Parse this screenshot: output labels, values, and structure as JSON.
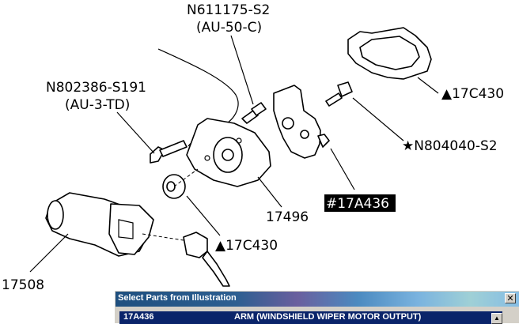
{
  "callouts": {
    "n611175": "N611175-S2",
    "n611175_sub": "(AU-50-C)",
    "n802386": "N802386-S191",
    "n802386_sub": "(AU-3-TD)",
    "p17c430_top": "▲17C430",
    "n804040": "★N804040-S2",
    "p17a436": "#17A436",
    "p17496": "17496",
    "p17c430_bottom": "▲17C430",
    "p17508": "17508"
  },
  "dialog": {
    "title": "Select Parts from Illustration",
    "close_glyph": "✕",
    "selected_row": {
      "code": "17A436",
      "description": "ARM  (WINDSHIELD WIPER MOTOR OUTPUT)"
    },
    "scroll_up_glyph": "▲"
  }
}
